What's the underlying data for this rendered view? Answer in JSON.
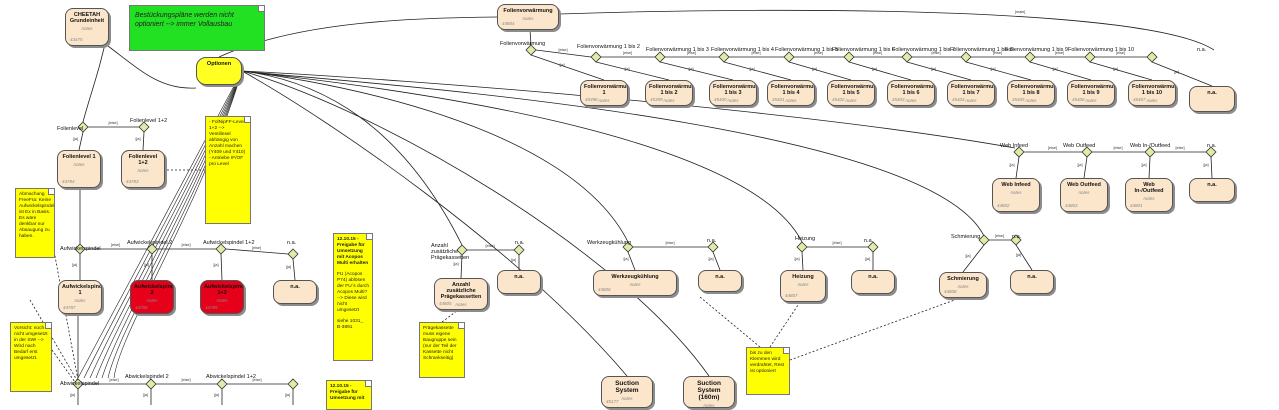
{
  "diagram": {
    "blocks": [
      {
        "id": "cheetah",
        "type": "block",
        "title": "CHEETAH Grundeinheit",
        "notes": "notes",
        "ident": "43475"
      },
      {
        "id": "optionen",
        "type": "yellow",
        "title": "Optionen"
      },
      {
        "id": "folienvorw",
        "type": "block",
        "title": "Folienvorwärmung",
        "notes": "notes",
        "ident": "44804"
      },
      {
        "id": "fv1",
        "type": "block",
        "title": "Folienvorwärmung 1",
        "notes": "notes",
        "ident": "45398"
      },
      {
        "id": "fv2",
        "type": "block",
        "title": "Folienvorwärmung 1 bis 2",
        "notes": "notes",
        "ident": "45399"
      },
      {
        "id": "fv3",
        "type": "block",
        "title": "Folienvorwärmung 1 bis 3",
        "notes": "notes",
        "ident": "45400"
      },
      {
        "id": "fv4",
        "type": "block",
        "title": "Folienvorwärmung 1 bis 4",
        "notes": "notes",
        "ident": "45401"
      },
      {
        "id": "fv5",
        "type": "block",
        "title": "Folienvorwärmung 1 bis 5",
        "notes": "notes",
        "ident": "45402"
      },
      {
        "id": "fv6",
        "type": "block",
        "title": "Folienvorwärmung 1 bis 6",
        "notes": "notes",
        "ident": "45403"
      },
      {
        "id": "fv7",
        "type": "block",
        "title": "Folienvorwärmung 1 bis 7",
        "notes": "notes",
        "ident": "45404"
      },
      {
        "id": "fv8",
        "type": "block",
        "title": "Folienvorwärmung 1 bis 8",
        "notes": "notes",
        "ident": "45405"
      },
      {
        "id": "fv9",
        "type": "block",
        "title": "Folienvorwärmung 1 bis 9",
        "notes": "notes",
        "ident": "45406"
      },
      {
        "id": "fv10",
        "type": "block",
        "title": "Folienvorwärmung 1 bis 10",
        "notes": "notes",
        "ident": "45407"
      },
      {
        "id": "fvna",
        "type": "block",
        "title": "n.a."
      },
      {
        "id": "webinfeed",
        "type": "block",
        "title": "Web Infeed",
        "notes": "notes",
        "ident": "44802"
      },
      {
        "id": "weboutfeed",
        "type": "block",
        "title": "Web Outfeed",
        "notes": "notes",
        "ident": "44803"
      },
      {
        "id": "webinout",
        "type": "block",
        "title": "Web In-/Outfeed",
        "notes": "notes",
        "ident": "44801"
      },
      {
        "id": "webna",
        "type": "block",
        "title": "n.a."
      },
      {
        "id": "fl1",
        "type": "block",
        "title": "Folienlevel 1",
        "notes": "notes",
        "ident": "44784"
      },
      {
        "id": "fl12",
        "type": "block",
        "title": "Folienlevel 1+2",
        "notes": "notes",
        "ident": "44783"
      },
      {
        "id": "aw1",
        "type": "block",
        "title": "Aufwickelspindel 1",
        "notes": "notes",
        "ident": "44787"
      },
      {
        "id": "aw2",
        "type": "red",
        "title": "Aufwickelspindel 2",
        "notes": "notes",
        "ident": "44786"
      },
      {
        "id": "aw12",
        "type": "red",
        "title": "Aufwickelspindel 1+2",
        "notes": "notes",
        "ident": "44785"
      },
      {
        "id": "awna",
        "type": "block",
        "title": "n.a."
      },
      {
        "id": "praeg",
        "type": "block",
        "title": "Anzahl zusätzliche Prägekassetten",
        "notes": "notes",
        "ident": "44805"
      },
      {
        "id": "praegna",
        "type": "block",
        "title": "n.a."
      },
      {
        "id": "werkzeug",
        "type": "block",
        "title": "Werkzeugkühlung",
        "notes": "notes",
        "ident": "44806"
      },
      {
        "id": "werkzeugna",
        "type": "block",
        "title": "n.a."
      },
      {
        "id": "heizung",
        "type": "block",
        "title": "Heizung",
        "notes": "notes",
        "ident": "44807"
      },
      {
        "id": "heizungna",
        "type": "block",
        "title": "n.a."
      },
      {
        "id": "schmierung",
        "type": "block",
        "title": "Schmierung",
        "notes": "notes",
        "ident": "44808"
      },
      {
        "id": "schmierungna",
        "type": "block",
        "title": "n.a."
      },
      {
        "id": "suction",
        "type": "block",
        "title": "Suction System",
        "notes": "notes",
        "ident": "45177"
      },
      {
        "id": "suction160",
        "type": "block",
        "title": "Suction System (160m)",
        "notes": "notes"
      }
    ],
    "decisions": [
      {
        "id": "d_folien",
        "label": "Folienvorwärmung"
      },
      {
        "id": "d_fv2",
        "label": "Folienvorwärmung 1 bis 2"
      },
      {
        "id": "d_fv3",
        "label": "Folienvorwärmung 1 bis 3"
      },
      {
        "id": "d_fv4",
        "label": "Folienvorwärmung 1 bis 4"
      },
      {
        "id": "d_fv5",
        "label": "Folienvorwärmung 1 bis 5"
      },
      {
        "id": "d_fv6",
        "label": "Folienvorwärmung 1 bis 6"
      },
      {
        "id": "d_fv7",
        "label": "Folienvorwärmung 1 bis 7"
      },
      {
        "id": "d_fv8",
        "label": "Folienvorwärmung 1 bis 8"
      },
      {
        "id": "d_fv9",
        "label": "Folienvorwärmung 1 bis 9"
      },
      {
        "id": "d_fv10",
        "label": "Folienvorwärmung 1 bis 10"
      },
      {
        "id": "d_fvna",
        "label": "n.a."
      },
      {
        "id": "d_webin",
        "label": "Web Infeed"
      },
      {
        "id": "d_webout",
        "label": "Web Outfeed"
      },
      {
        "id": "d_webinout",
        "label": "Web In-/Outfeed"
      },
      {
        "id": "d_webna",
        "label": "n.a."
      },
      {
        "id": "d_fl1",
        "label": "Folienlevel"
      },
      {
        "id": "d_fl12",
        "label": "Folienlevel 1+2"
      },
      {
        "id": "d_aw1",
        "label": "Aufwickelspindel"
      },
      {
        "id": "d_aw2",
        "label": "Aufwickelspindel 2"
      },
      {
        "id": "d_aw12",
        "label": "Aufwickelspindel 1+2"
      },
      {
        "id": "d_awna",
        "label": "n.a."
      },
      {
        "id": "d_ab1",
        "label": "Abwickelspindel"
      },
      {
        "id": "d_ab2",
        "label": "Abwickelspindel 2"
      },
      {
        "id": "d_ab12",
        "label": "Abwickelspindel 1+2"
      },
      {
        "id": "d_abna",
        "label": ""
      },
      {
        "id": "d_praeg",
        "label": "Anzahl zusätzliche Prägekassetten"
      },
      {
        "id": "d_praegna",
        "label": "n.a."
      },
      {
        "id": "d_werk",
        "label": "Werkzeugkühlung"
      },
      {
        "id": "d_werkna",
        "label": "n.a."
      },
      {
        "id": "d_heiz",
        "label": "Heizung"
      },
      {
        "id": "d_heizna",
        "label": "n.a."
      },
      {
        "id": "d_schmier",
        "label": "Schmierung"
      },
      {
        "id": "d_schmierna",
        "label": "n.a."
      }
    ],
    "notes": [
      {
        "id": "note_green",
        "text": "Bestückungspläne werden nicht optioniert --> immer Vollausbau"
      },
      {
        "id": "note_folienlevel",
        "text": "- FolNipFF-Level 1+2 --> Ventilinsel abhängig von Anzahl machen (Y409 und Y410) - Antriebe IF/OF pro Level"
      },
      {
        "id": "note_abmachung",
        "text": "Abmachung FreeFra: Keine Aufwickelspindel ist Ex in Basis. Es wäre denkbar nur Absaugung zu haben."
      },
      {
        "id": "note_vorsicht",
        "text": "Vorsicht: noch nicht umgesetzt in der SW! --> Wird nach Bedarf erst umgesetzt."
      },
      {
        "id": "note_freigabe1",
        "title": "12.10.15 - Freigabe für Umsetzung mit Acopos Multi erhalten",
        "text": "FU (Acopos P74) ablösen der FU´s durch Acopos Multi? --> Diese wird nicht umgesetzt",
        "ref": "siehe 1031_ B-3891"
      },
      {
        "id": "note_freigabe2",
        "title": "12.10.15 - Freigabe für Umsetzung mit"
      },
      {
        "id": "note_praeg",
        "text": "Prägekassette muss eigene Baugruppe sein (nur der Teil der Kassette nicht Schrankseitig)"
      },
      {
        "id": "note_klemmen",
        "text": "bis zu den Klemmen wird verdrahtet, Rest ist optioniert"
      }
    ],
    "edge_labels": {
      "main": "[main]",
      "else": "[else]",
      "ja": "[ja]",
      "nein": "[nein]"
    }
  }
}
